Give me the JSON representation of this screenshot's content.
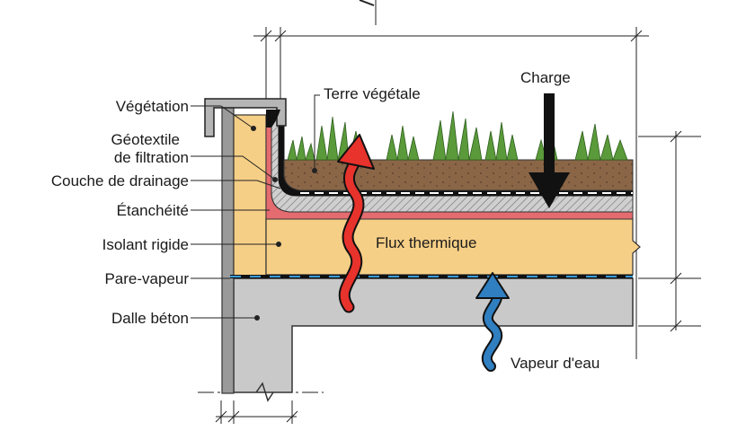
{
  "labels": {
    "vegetation": "Végétation",
    "geotextile_line1": "Géotextile",
    "geotextile_line2": "de filtration",
    "drainage": "Couche de drainage",
    "waterproofing": "Étanchéité",
    "insulation": "Isolant rigide",
    "vapour_barrier": "Pare-vapeur",
    "slab": "Dalle béton",
    "topsoil": "Terre végétale",
    "load": "Charge",
    "heat_flow": "Flux thermique",
    "water_vapour": "Vapeur d'eau"
  },
  "colors": {
    "insulation": "#f6cf86",
    "concrete": "#c9c9c9",
    "soil": "#8a6647",
    "drainage": "#c9c9c9",
    "waterproofing": "#e46b6f",
    "heat_arrow": "#e8322c",
    "vapour_arrow": "#2f7fc1",
    "plants": "#5a9a3a",
    "load_arrow": "#111111"
  }
}
